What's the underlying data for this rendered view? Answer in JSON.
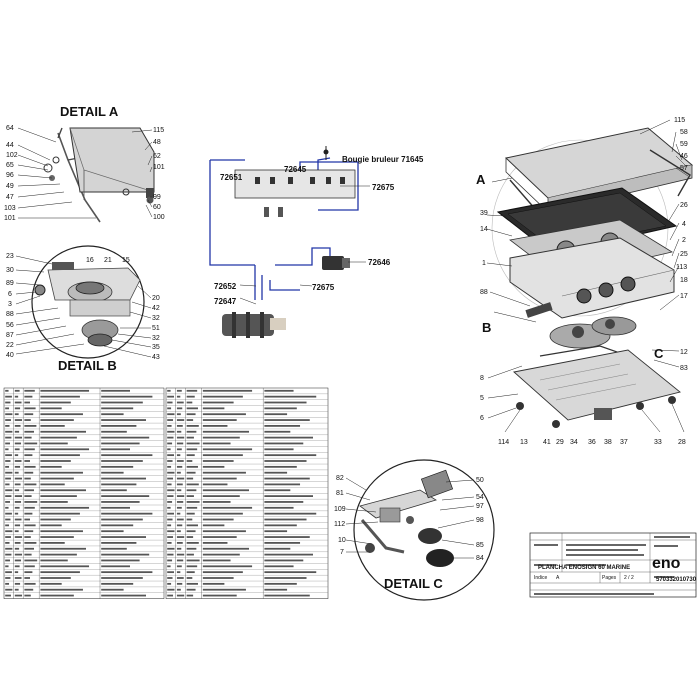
{
  "document": {
    "detail_a": "DETAIL A",
    "detail_b": "DETAIL B",
    "detail_c": "DETAIL C",
    "letter_a": "A",
    "letter_b": "B",
    "letter_c": "C"
  },
  "wiring": {
    "bougie": "Bougie bruleur 71645",
    "labels": [
      "72651",
      "72645",
      "72675",
      "72646",
      "72675",
      "72652",
      "72647"
    ]
  },
  "callouts": {
    "detail_a": [
      "64",
      "44",
      "102",
      "65",
      "96",
      "49",
      "47",
      "103",
      "101",
      "115",
      "48",
      "62",
      "101",
      "99",
      "60",
      "100"
    ],
    "detail_b": [
      "23",
      "30",
      "89",
      "6",
      "3",
      "88",
      "56",
      "87",
      "22",
      "40",
      "20",
      "42",
      "32",
      "51",
      "32",
      "35",
      "43",
      "16",
      "21",
      "15"
    ],
    "main_left": [
      "A",
      "39",
      "14",
      "1",
      "88",
      "B",
      "8",
      "5",
      "6",
      "114",
      "13",
      "41",
      "29",
      "34",
      "36",
      "38",
      "37"
    ],
    "main_right": [
      "115",
      "58",
      "59",
      "46",
      "57",
      "26",
      "4",
      "2",
      "25",
      "113",
      "18",
      "17",
      "12",
      "83",
      "33",
      "28"
    ],
    "detail_c": [
      "82",
      "81",
      "109",
      "112",
      "10",
      "7",
      "50",
      "54",
      "97",
      "98",
      "85",
      "84"
    ]
  },
  "title_block": {
    "product": "PLANCHA ENOSIGN 60 MARINE",
    "brand": "eno",
    "code": "570332010730",
    "pages_label": "Pages",
    "pages": "2 / 2",
    "revision_label": "Indice",
    "revision": "A"
  }
}
